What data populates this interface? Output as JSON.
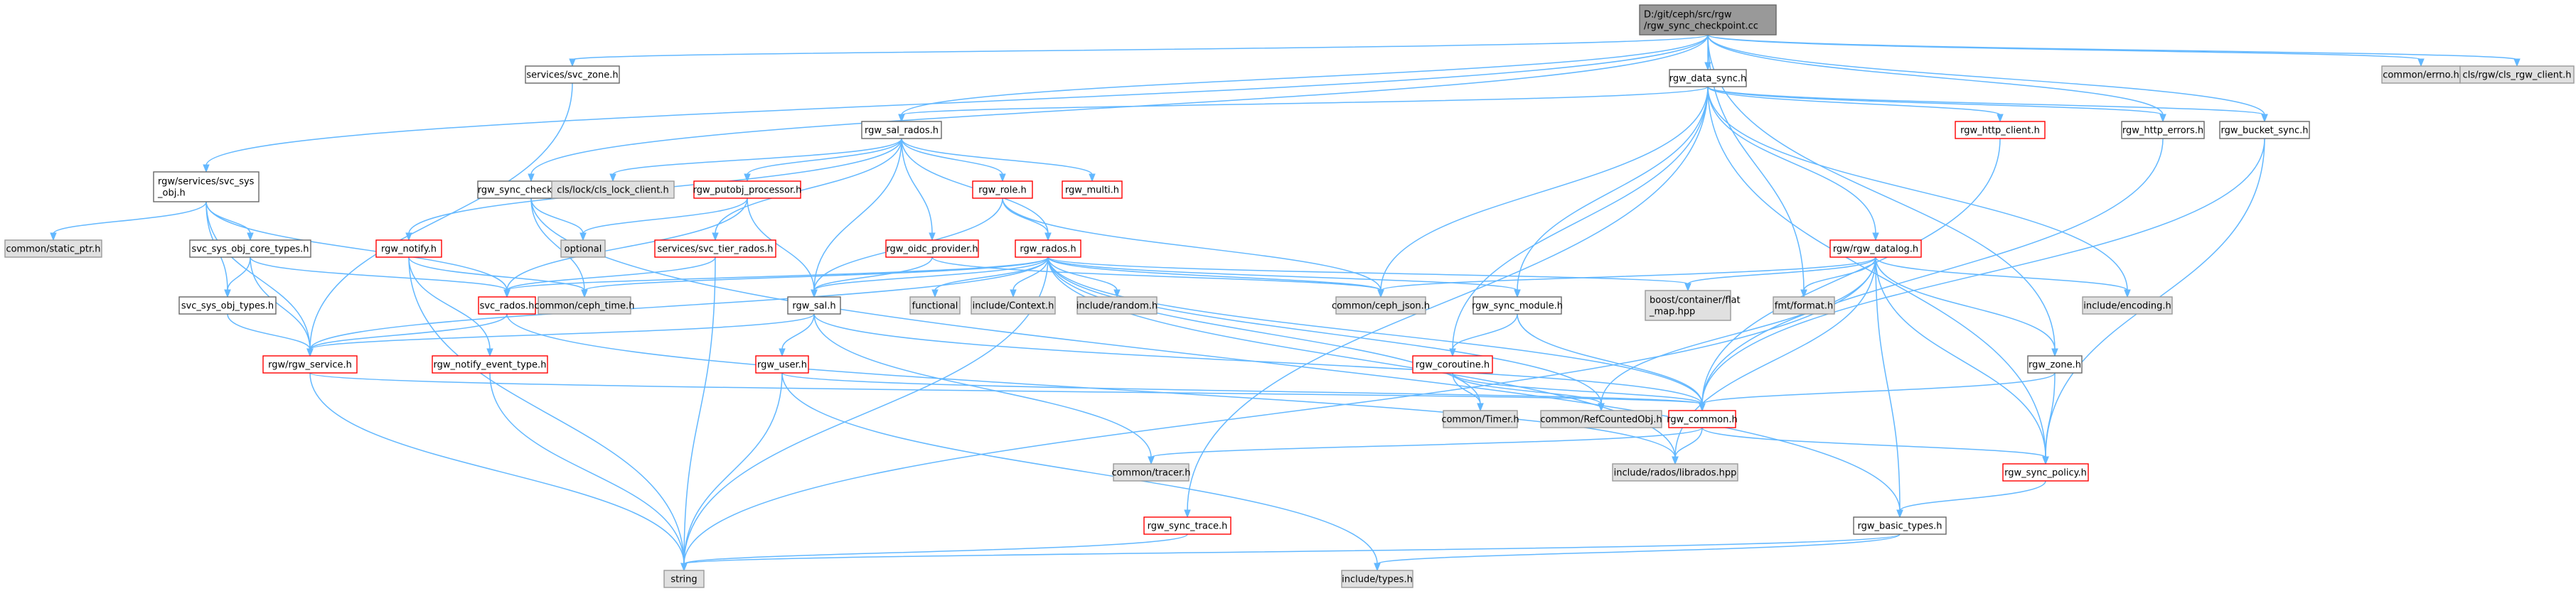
{
  "graph": {
    "colors": {
      "edge": "#63b8ff",
      "root_fill": "#999999",
      "normal_fill": "#ffffff",
      "normal_border": "#666666",
      "system_fill": "#e0e0e0",
      "system_border": "#999999",
      "incomplete_border": "#ff0000"
    },
    "nodes": [
      {
        "id": "root",
        "lines": [
          "D:/git/ceph/src/rgw",
          "/rgw_sync_checkpoint.cc"
        ],
        "kind": "root"
      },
      {
        "id": "services_svc_zone",
        "lines": [
          "services/svc_zone.h"
        ],
        "kind": "normal"
      },
      {
        "id": "rgw_data_sync",
        "lines": [
          "rgw_data_sync.h"
        ],
        "kind": "normal"
      },
      {
        "id": "common_errno",
        "lines": [
          "common/errno.h"
        ],
        "kind": "system"
      },
      {
        "id": "cls_rgw_client",
        "lines": [
          "cls/rgw/cls_rgw_client.h"
        ],
        "kind": "system"
      },
      {
        "id": "rgw_sal_rados",
        "lines": [
          "rgw_sal_rados.h"
        ],
        "kind": "normal"
      },
      {
        "id": "rgw_services_svc_sys_obj",
        "lines": [
          "rgw/services/svc_sys",
          "_obj.h"
        ],
        "kind": "normal"
      },
      {
        "id": "rgw_sync_checkpoint",
        "lines": [
          "rgw_sync_checkpoint.h"
        ],
        "kind": "normal"
      },
      {
        "id": "cls_lock_client",
        "lines": [
          "cls/lock/cls_lock_client.h"
        ],
        "kind": "system"
      },
      {
        "id": "rgw_putobj_processor",
        "lines": [
          "rgw_putobj_processor.h"
        ],
        "kind": "incomplete"
      },
      {
        "id": "rgw_role",
        "lines": [
          "rgw_role.h"
        ],
        "kind": "incomplete"
      },
      {
        "id": "rgw_multi",
        "lines": [
          "rgw_multi.h"
        ],
        "kind": "incomplete"
      },
      {
        "id": "rgw_http_client",
        "lines": [
          "rgw_http_client.h"
        ],
        "kind": "incomplete"
      },
      {
        "id": "rgw_http_errors",
        "lines": [
          "rgw_http_errors.h"
        ],
        "kind": "normal"
      },
      {
        "id": "rgw_bucket_sync",
        "lines": [
          "rgw_bucket_sync.h"
        ],
        "kind": "normal"
      },
      {
        "id": "rgw_rgw_datalog",
        "lines": [
          "rgw/rgw_datalog.h"
        ],
        "kind": "incomplete"
      },
      {
        "id": "common_static_ptr",
        "lines": [
          "common/static_ptr.h"
        ],
        "kind": "system"
      },
      {
        "id": "svc_sys_obj_core_types",
        "lines": [
          "svc_sys_obj_core_types.h"
        ],
        "kind": "normal"
      },
      {
        "id": "optional",
        "lines": [
          "optional"
        ],
        "kind": "system"
      },
      {
        "id": "rgw_notify",
        "lines": [
          "rgw_notify.h"
        ],
        "kind": "incomplete"
      },
      {
        "id": "services_svc_tier_rados",
        "lines": [
          "services/svc_tier_rados.h"
        ],
        "kind": "incomplete"
      },
      {
        "id": "rgw_oidc_provider",
        "lines": [
          "rgw_oidc_provider.h"
        ],
        "kind": "incomplete"
      },
      {
        "id": "rgw_rados",
        "lines": [
          "rgw_rados.h"
        ],
        "kind": "incomplete"
      },
      {
        "id": "svc_rados",
        "lines": [
          "svc_rados.h"
        ],
        "kind": "incomplete"
      },
      {
        "id": "common_ceph_time",
        "lines": [
          "common/ceph_time.h"
        ],
        "kind": "system"
      },
      {
        "id": "rgw_sal",
        "lines": [
          "rgw_sal.h"
        ],
        "kind": "normal"
      },
      {
        "id": "functional",
        "lines": [
          "functional"
        ],
        "kind": "system"
      },
      {
        "id": "include_context",
        "lines": [
          "include/Context.h"
        ],
        "kind": "system"
      },
      {
        "id": "include_random",
        "lines": [
          "include/random.h"
        ],
        "kind": "system"
      },
      {
        "id": "common_ceph_json",
        "lines": [
          "common/ceph_json.h"
        ],
        "kind": "system"
      },
      {
        "id": "rgw_sync_module",
        "lines": [
          "rgw_sync_module.h"
        ],
        "kind": "normal"
      },
      {
        "id": "boost_flat_map",
        "lines": [
          "boost/container/flat",
          "_map.hpp"
        ],
        "kind": "system"
      },
      {
        "id": "fmt_format",
        "lines": [
          "fmt/format.h"
        ],
        "kind": "system"
      },
      {
        "id": "include_encoding",
        "lines": [
          "include/encoding.h"
        ],
        "kind": "system"
      },
      {
        "id": "svc_sys_obj_types",
        "lines": [
          "svc_sys_obj_types.h"
        ],
        "kind": "normal"
      },
      {
        "id": "rgw_rgw_service",
        "lines": [
          "rgw/rgw_service.h"
        ],
        "kind": "incomplete"
      },
      {
        "id": "rgw_notify_event_type",
        "lines": [
          "rgw_notify_event_type.h"
        ],
        "kind": "incomplete"
      },
      {
        "id": "rgw_user",
        "lines": [
          "rgw_user.h"
        ],
        "kind": "incomplete"
      },
      {
        "id": "rgw_coroutine",
        "lines": [
          "rgw_coroutine.h"
        ],
        "kind": "incomplete"
      },
      {
        "id": "rgw_zone",
        "lines": [
          "rgw_zone.h"
        ],
        "kind": "normal"
      },
      {
        "id": "common_timer",
        "lines": [
          "common/Timer.h"
        ],
        "kind": "system"
      },
      {
        "id": "common_refcountedobj",
        "lines": [
          "common/RefCountedObj.h"
        ],
        "kind": "system"
      },
      {
        "id": "rgw_common",
        "lines": [
          "rgw_common.h"
        ],
        "kind": "incomplete"
      },
      {
        "id": "common_tracer",
        "lines": [
          "common/tracer.h"
        ],
        "kind": "system"
      },
      {
        "id": "include_rados_librados",
        "lines": [
          "include/rados/librados.hpp"
        ],
        "kind": "system"
      },
      {
        "id": "rgw_sync_policy",
        "lines": [
          "rgw_sync_policy.h"
        ],
        "kind": "incomplete"
      },
      {
        "id": "rgw_sync_trace",
        "lines": [
          "rgw_sync_trace.h"
        ],
        "kind": "incomplete"
      },
      {
        "id": "rgw_basic_types",
        "lines": [
          "rgw_basic_types.h"
        ],
        "kind": "normal"
      },
      {
        "id": "string",
        "lines": [
          "string"
        ],
        "kind": "system"
      },
      {
        "id": "include_types",
        "lines": [
          "include/types.h"
        ],
        "kind": "system"
      }
    ],
    "edges": [
      [
        "root",
        "services_svc_zone"
      ],
      [
        "root",
        "rgw_data_sync"
      ],
      [
        "root",
        "common_errno"
      ],
      [
        "root",
        "cls_rgw_client"
      ],
      [
        "root",
        "rgw_sal_rados"
      ],
      [
        "root",
        "rgw_services_svc_sys_obj"
      ],
      [
        "root",
        "rgw_sync_checkpoint"
      ],
      [
        "root",
        "rgw_http_errors"
      ],
      [
        "root",
        "rgw_bucket_sync"
      ],
      [
        "root",
        "rgw_zone"
      ],
      [
        "root",
        "fmt_format"
      ],
      [
        "services_svc_zone",
        "rgw_rgw_service"
      ],
      [
        "rgw_data_sync",
        "rgw_sal_rados"
      ],
      [
        "rgw_data_sync",
        "rgw_http_client"
      ],
      [
        "rgw_data_sync",
        "rgw_http_errors"
      ],
      [
        "rgw_data_sync",
        "rgw_bucket_sync"
      ],
      [
        "rgw_data_sync",
        "rgw_rgw_datalog"
      ],
      [
        "rgw_data_sync",
        "rgw_sync_module"
      ],
      [
        "rgw_data_sync",
        "common_ceph_json"
      ],
      [
        "rgw_data_sync",
        "include_encoding"
      ],
      [
        "rgw_data_sync",
        "rgw_coroutine"
      ],
      [
        "rgw_data_sync",
        "rgw_sync_trace"
      ],
      [
        "rgw_data_sync",
        "rgw_sync_policy"
      ],
      [
        "rgw_sal_rados",
        "cls_lock_client"
      ],
      [
        "rgw_sal_rados",
        "rgw_putobj_processor"
      ],
      [
        "rgw_sal_rados",
        "rgw_role"
      ],
      [
        "rgw_sal_rados",
        "rgw_multi"
      ],
      [
        "rgw_sal_rados",
        "rgw_notify"
      ],
      [
        "rgw_sal_rados",
        "services_svc_tier_rados"
      ],
      [
        "rgw_sal_rados",
        "rgw_oidc_provider"
      ],
      [
        "rgw_sal_rados",
        "rgw_rados"
      ],
      [
        "rgw_sal_rados",
        "rgw_sal"
      ],
      [
        "rgw_services_svc_sys_obj",
        "common_static_ptr"
      ],
      [
        "rgw_services_svc_sys_obj",
        "svc_sys_obj_core_types"
      ],
      [
        "rgw_services_svc_sys_obj",
        "svc_sys_obj_types"
      ],
      [
        "rgw_services_svc_sys_obj",
        "svc_rados"
      ],
      [
        "rgw_services_svc_sys_obj",
        "rgw_rgw_service"
      ],
      [
        "rgw_sync_checkpoint",
        "optional"
      ],
      [
        "rgw_sync_checkpoint",
        "common_ceph_time"
      ],
      [
        "rgw_sync_checkpoint",
        "rgw_basic_types"
      ],
      [
        "rgw_putobj_processor",
        "optional"
      ],
      [
        "rgw_putobj_processor",
        "svc_rados"
      ],
      [
        "rgw_putobj_processor",
        "rgw_sal"
      ],
      [
        "rgw_role",
        "rgw_rados"
      ],
      [
        "rgw_role",
        "common_ceph_json"
      ],
      [
        "rgw_role",
        "rgw_sal"
      ],
      [
        "rgw_http_client",
        "rgw_common"
      ],
      [
        "rgw_http_errors",
        "rgw_common"
      ],
      [
        "rgw_bucket_sync",
        "rgw_common"
      ],
      [
        "rgw_bucket_sync",
        "rgw_sync_policy"
      ],
      [
        "rgw_rgw_datalog",
        "boost_flat_map"
      ],
      [
        "rgw_rgw_datalog",
        "fmt_format"
      ],
      [
        "rgw_rgw_datalog",
        "include_encoding"
      ],
      [
        "rgw_rgw_datalog",
        "common_ceph_json"
      ],
      [
        "rgw_rgw_datalog",
        "rgw_zone"
      ],
      [
        "rgw_rgw_datalog",
        "rgw_sync_policy"
      ],
      [
        "rgw_rgw_datalog",
        "rgw_basic_types"
      ],
      [
        "rgw_rgw_datalog",
        "common_refcountedobj"
      ],
      [
        "rgw_rgw_datalog",
        "string"
      ],
      [
        "rgw_rgw_datalog",
        "include_rados_librados"
      ],
      [
        "svc_sys_obj_core_types",
        "svc_rados"
      ],
      [
        "svc_sys_obj_core_types",
        "svc_sys_obj_types"
      ],
      [
        "svc_sys_obj_core_types",
        "rgw_rgw_service"
      ],
      [
        "rgw_notify",
        "rgw_notify_event_type"
      ],
      [
        "rgw_notify",
        "common_ceph_time"
      ],
      [
        "rgw_notify",
        "string"
      ],
      [
        "services_svc_tier_rados",
        "svc_rados"
      ],
      [
        "services_svc_tier_rados",
        "string"
      ],
      [
        "rgw_oidc_provider",
        "rgw_sal"
      ],
      [
        "rgw_oidc_provider",
        "common_ceph_json"
      ],
      [
        "rgw_rados",
        "functional"
      ],
      [
        "rgw_rados",
        "include_context"
      ],
      [
        "rgw_rados",
        "include_random"
      ],
      [
        "rgw_rados",
        "common_ceph_json"
      ],
      [
        "rgw_rados",
        "rgw_sync_module"
      ],
      [
        "rgw_rados",
        "boost_flat_map"
      ],
      [
        "rgw_rados",
        "rgw_sal"
      ],
      [
        "rgw_rados",
        "common_ceph_time"
      ],
      [
        "rgw_rados",
        "svc_rados"
      ],
      [
        "rgw_rados",
        "rgw_common"
      ],
      [
        "rgw_rados",
        "common_timer"
      ],
      [
        "rgw_rados",
        "common_refcountedobj"
      ],
      [
        "rgw_rados",
        "include_rados_librados"
      ],
      [
        "rgw_rados",
        "string"
      ],
      [
        "rgw_rados",
        "rgw_rgw_service"
      ],
      [
        "svc_rados",
        "include_rados_librados"
      ],
      [
        "svc_rados",
        "rgw_rgw_service"
      ],
      [
        "rgw_sal",
        "rgw_user"
      ],
      [
        "rgw_sal",
        "rgw_rgw_service"
      ],
      [
        "rgw_sal",
        "common_tracer"
      ],
      [
        "rgw_sal",
        "rgw_common"
      ],
      [
        "rgw_sync_module",
        "rgw_coroutine"
      ],
      [
        "rgw_sync_module",
        "rgw_common"
      ],
      [
        "svc_sys_obj_types",
        "rgw_rgw_service"
      ],
      [
        "rgw_rgw_service",
        "string"
      ],
      [
        "rgw_rgw_service",
        "rgw_common"
      ],
      [
        "rgw_notify_event_type",
        "string"
      ],
      [
        "rgw_user",
        "rgw_common"
      ],
      [
        "rgw_user",
        "string"
      ],
      [
        "rgw_user",
        "include_types"
      ],
      [
        "rgw_coroutine",
        "common_timer"
      ],
      [
        "rgw_coroutine",
        "common_refcountedobj"
      ],
      [
        "rgw_coroutine",
        "rgw_common"
      ],
      [
        "rgw_zone",
        "rgw_common"
      ],
      [
        "rgw_zone",
        "rgw_sync_policy"
      ],
      [
        "rgw_common",
        "common_tracer"
      ],
      [
        "rgw_common",
        "include_rados_librados"
      ],
      [
        "rgw_common",
        "rgw_sync_policy"
      ],
      [
        "rgw_sync_policy",
        "rgw_basic_types"
      ],
      [
        "rgw_sync_trace",
        "string"
      ],
      [
        "rgw_basic_types",
        "string"
      ],
      [
        "rgw_basic_types",
        "include_types"
      ]
    ]
  }
}
